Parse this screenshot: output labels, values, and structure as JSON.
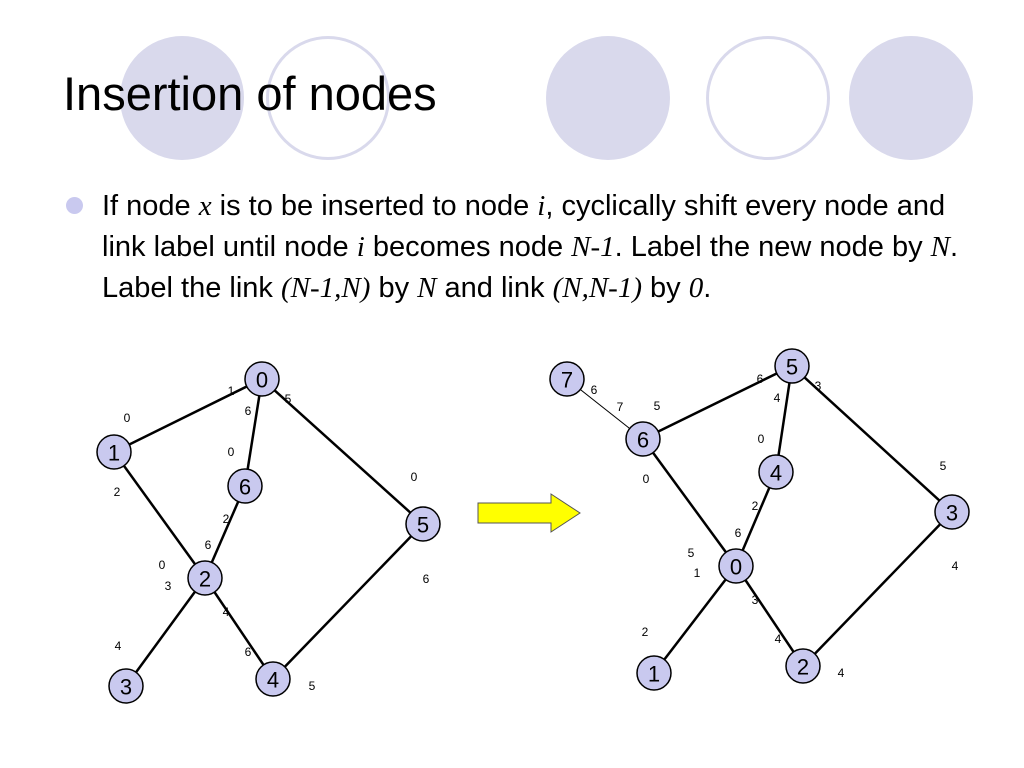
{
  "title": "Insertion of nodes",
  "bullet": {
    "t1": "If node ",
    "x": "x",
    "t2": " is to be inserted to node ",
    "i1": "i",
    "t3": ", cyclically shift every node and link label until node ",
    "i2": "i",
    "t4": " becomes node ",
    "n1": "N-1",
    "t5": ". Label the new node by ",
    "n2": "N",
    "t6": ". Label the link ",
    "link1": "(N-1,N)",
    "t7": " by ",
    "n3": "N",
    "t8": " and link ",
    "link2": "(N,N-1)",
    "t9": " by ",
    "zero": "0",
    "t10": "."
  },
  "colors": {
    "deco_circle": "#d9d9ec",
    "bullet": "#c9c9ef",
    "node_fill": "#c9c9ef",
    "arrow_fill": "#ffff00"
  },
  "diagram": {
    "left_graph": {
      "nodes": [
        "0",
        "1",
        "6",
        "5",
        "2",
        "3",
        "4"
      ],
      "edges": [
        [
          "1",
          "0"
        ],
        [
          "0",
          "6"
        ],
        [
          "0",
          "5"
        ],
        [
          "1",
          "2"
        ],
        [
          "6",
          "2"
        ],
        [
          "2",
          "3"
        ],
        [
          "2",
          "4"
        ],
        [
          "5",
          "4"
        ]
      ],
      "link_labels": [
        "1",
        "0",
        "6",
        "5",
        "0",
        "0",
        "2",
        "2",
        "6",
        "0",
        "3",
        "4",
        "4",
        "6",
        "6",
        "5"
      ]
    },
    "right_graph": {
      "nodes": [
        "7",
        "5",
        "6",
        "4",
        "3",
        "0",
        "1",
        "2"
      ],
      "edges": [
        [
          "7",
          "6"
        ],
        [
          "6",
          "5"
        ],
        [
          "5",
          "4"
        ],
        [
          "5",
          "3"
        ],
        [
          "6",
          "0"
        ],
        [
          "4",
          "0"
        ],
        [
          "0",
          "1"
        ],
        [
          "0",
          "2"
        ],
        [
          "3",
          "2"
        ]
      ],
      "link_labels": [
        "6",
        "7",
        "5",
        "6",
        "3",
        "4",
        "0",
        "0",
        "5",
        "2",
        "6",
        "5",
        "1",
        "3",
        "4",
        "2",
        "4",
        "4"
      ]
    }
  }
}
